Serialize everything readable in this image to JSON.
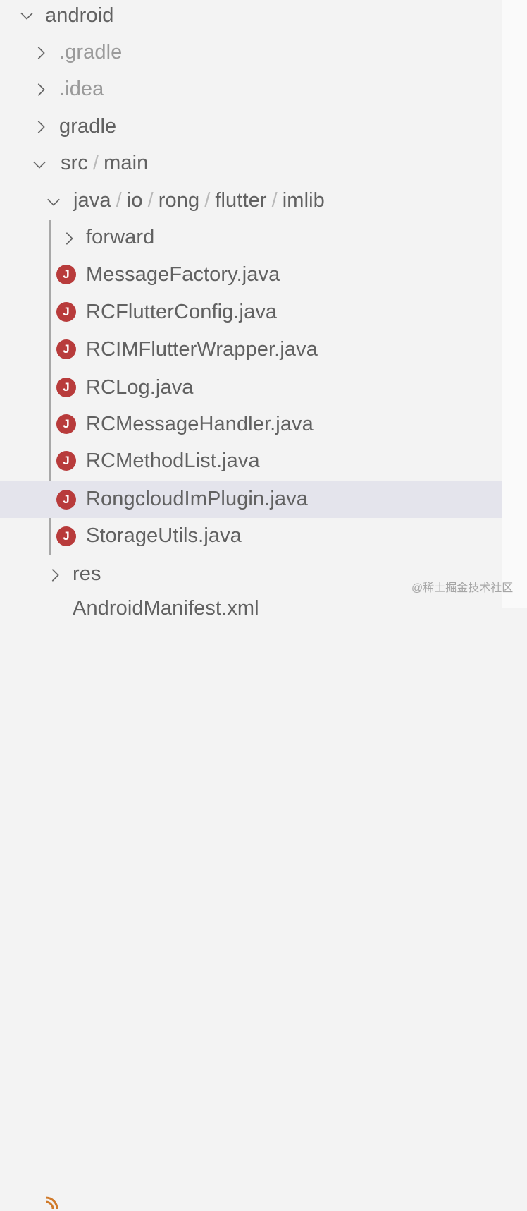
{
  "tree": {
    "root": {
      "label": "android",
      "expanded": true
    },
    "items": [
      {
        "label": ".gradle",
        "type": "folder",
        "expanded": false,
        "dimmed": true
      },
      {
        "label": ".idea",
        "type": "folder",
        "expanded": false,
        "dimmed": true
      },
      {
        "label": "gradle",
        "type": "folder",
        "expanded": false
      },
      {
        "path": [
          "src",
          "main"
        ],
        "type": "folder",
        "expanded": true
      },
      {
        "path": [
          "java",
          "io",
          "rong",
          "flutter",
          "imlib"
        ],
        "type": "folder",
        "expanded": true
      },
      {
        "label": "forward",
        "type": "folder",
        "expanded": false
      },
      {
        "label": "MessageFactory.java",
        "type": "java"
      },
      {
        "label": "RCFlutterConfig.java",
        "type": "java"
      },
      {
        "label": "RCIMFlutterWrapper.java",
        "type": "java"
      },
      {
        "label": "RCLog.java",
        "type": "java"
      },
      {
        "label": "RCMessageHandler.java",
        "type": "java"
      },
      {
        "label": "RCMethodList.java",
        "type": "java"
      },
      {
        "label": "RongcloudImPlugin.java",
        "type": "java",
        "selected": true
      },
      {
        "label": "StorageUtils.java",
        "type": "java"
      },
      {
        "label": "res",
        "type": "folder",
        "expanded": false
      },
      {
        "label": "AndroidManifest.xml",
        "type": "xml"
      }
    ],
    "separator": "/",
    "java_icon_letter": "J"
  },
  "colors": {
    "java_icon": "#b83b3b",
    "selection": "#e4e4ec",
    "xml_icon": "#d07a2a"
  },
  "watermark": "@稀土掘金技术社区"
}
